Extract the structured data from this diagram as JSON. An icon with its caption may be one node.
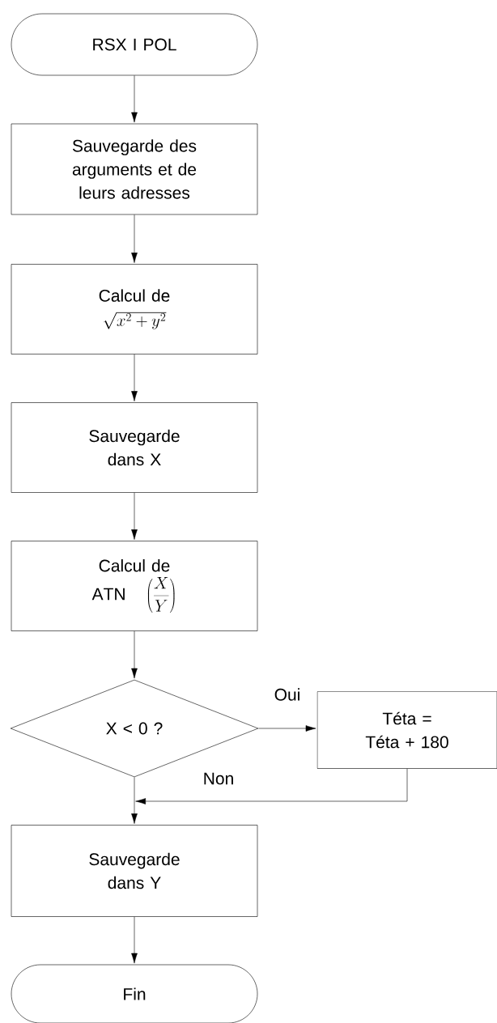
{
  "diagram": {
    "nodes": [
      {
        "text": [
          "RSX I POL"
        ]
      },
      {
        "text": [
          "Sauvegarde des arguments et de leurs adresses"
        ]
      },
      {
        "text": [
          "Calcul de",
          "\\sqrt{x^2 + y^2}"
        ]
      },
      {
        "text": [
          "Sauvegarde dans X"
        ]
      },
      {
        "text": [
          "Calcul de",
          "\\mathrm{ATN}\\quad\\left(\\frac{X}{Y}\\right)"
        ]
      },
      {
        "text": [
          "X < 0 ?"
        ]
      },
      {
        "text": [
          "Téta = Téta + 180"
        ]
      },
      {
        "text": [
          "Sauvegarde dans Y"
        ]
      },
      {
        "text": [
          "Fin"
        ]
      }
    ],
    "edges": [
      {
        "from": 0,
        "to": 1,
        "arrow": "to"
      },
      {
        "from": 1,
        "to": 2,
        "arrow": "to"
      },
      {
        "from": 2,
        "to": 3,
        "arrow": "to"
      },
      {
        "from": 3,
        "to": 4,
        "arrow": "to"
      },
      {
        "from": 4,
        "to": 5,
        "arrow": "to"
      },
      {
        "from": 5,
        "to": 6,
        "arrow": "to",
        "label": "Oui"
      },
      {
        "from": 5,
        "to": 7,
        "arrow": "to"
      },
      {
        "from": 6,
        "to": 7,
        "arrow": "to"
      },
      {
        "from": 7,
        "to": 8,
        "arrow": "to"
      }
    ],
    "labels": [
      "Non"
    ]
  }
}
